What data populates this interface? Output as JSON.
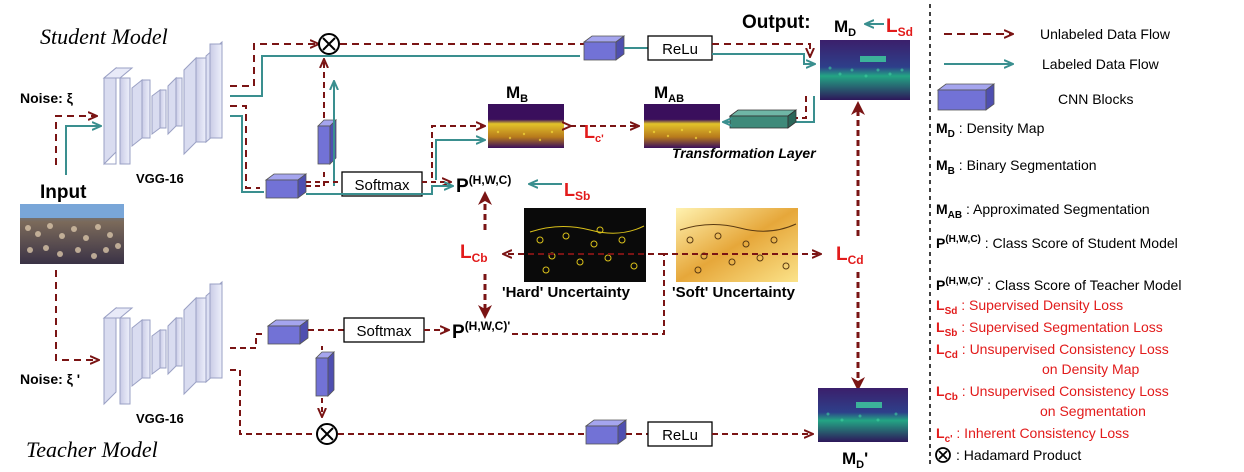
{
  "titles": {
    "student": "Student Model",
    "teacher": "Teacher Model"
  },
  "labels": {
    "noise_student": "Noise: ξ",
    "noise_teacher": "Noise: ξ '",
    "vgg_student": "VGG-16",
    "vgg_teacher": "VGG-16",
    "input": "Input",
    "output": "Output:",
    "softmax_student": "Softmax",
    "softmax_teacher": "Softmax",
    "relu_student": "ReLu",
    "relu_teacher": "ReLu",
    "p_student_base": "P",
    "p_student_sup": "(H,W,C)",
    "p_teacher_base": "P",
    "p_teacher_sup": "(H,W,C)'",
    "mb_base": "M",
    "mb_sub": "B",
    "mab_base": "M",
    "mab_sub": "AB",
    "md_base": "M",
    "md_sub": "D",
    "md2_base": "M",
    "md2_sub": "D",
    "md2_prime": "'",
    "transformation_layer": "Transformation Layer",
    "hard_uncertainty": "'Hard' Uncertainty",
    "soft_uncertainty": "'Soft' Uncertainty",
    "hadamard": "⊗"
  },
  "losses": {
    "lsd": {
      "base": "L",
      "sub": "Sd"
    },
    "lsb": {
      "base": "L",
      "sub": "Sb"
    },
    "lc": {
      "base": "L",
      "sub": "c'"
    },
    "lcb": {
      "base": "L",
      "sub": "Cb"
    },
    "lcd": {
      "base": "L",
      "sub": "Cd"
    }
  },
  "legend": {
    "unlabeled": "Unlabeled Data Flow",
    "labeled": "Labeled Data Flow",
    "cnn": "CNN Blocks",
    "md": {
      "sym": "M",
      "sub": "D",
      "text": ": Density Map"
    },
    "mb": {
      "sym": "M",
      "sub": "B",
      "text": ": Binary Segmentation"
    },
    "mab": {
      "sym": "M",
      "sub": "AB",
      "text": ": Approximated Segmentation"
    },
    "p": {
      "sym": "P",
      "sup": "(H,W,C)",
      "text": ": Class Score of Student Model"
    },
    "pt": {
      "sym": "P",
      "sup": "(H,W,C)'",
      "text": ": Class Score of Teacher Model"
    },
    "lsd": {
      "sym": "L",
      "sub": "Sd",
      "text": ": Supervised Density Loss"
    },
    "lsb": {
      "sym": "L",
      "sub": "Sb",
      "text": ": Supervised Segmentation Loss"
    },
    "lcd": {
      "sym": "L",
      "sub": "Cd",
      "text": ": Unsupervised Consistency Loss",
      "text2": "on Density Map"
    },
    "lcb": {
      "sym": "L",
      "sub": "Cb",
      "text": ": Unsupervised Consistency Loss",
      "text2": "on Segmentation"
    },
    "lc": {
      "sym": "L",
      "sub": "c'",
      "text": ": Inherent Consistency Loss"
    },
    "had": {
      "text": ": Hadamard Product"
    }
  },
  "colors": {
    "unlabeled": "#7a1414",
    "labeled": "#3a8f8f",
    "loss": "#e21b1b",
    "cnn": "#7272d6",
    "tl": "#3e8a7a"
  }
}
